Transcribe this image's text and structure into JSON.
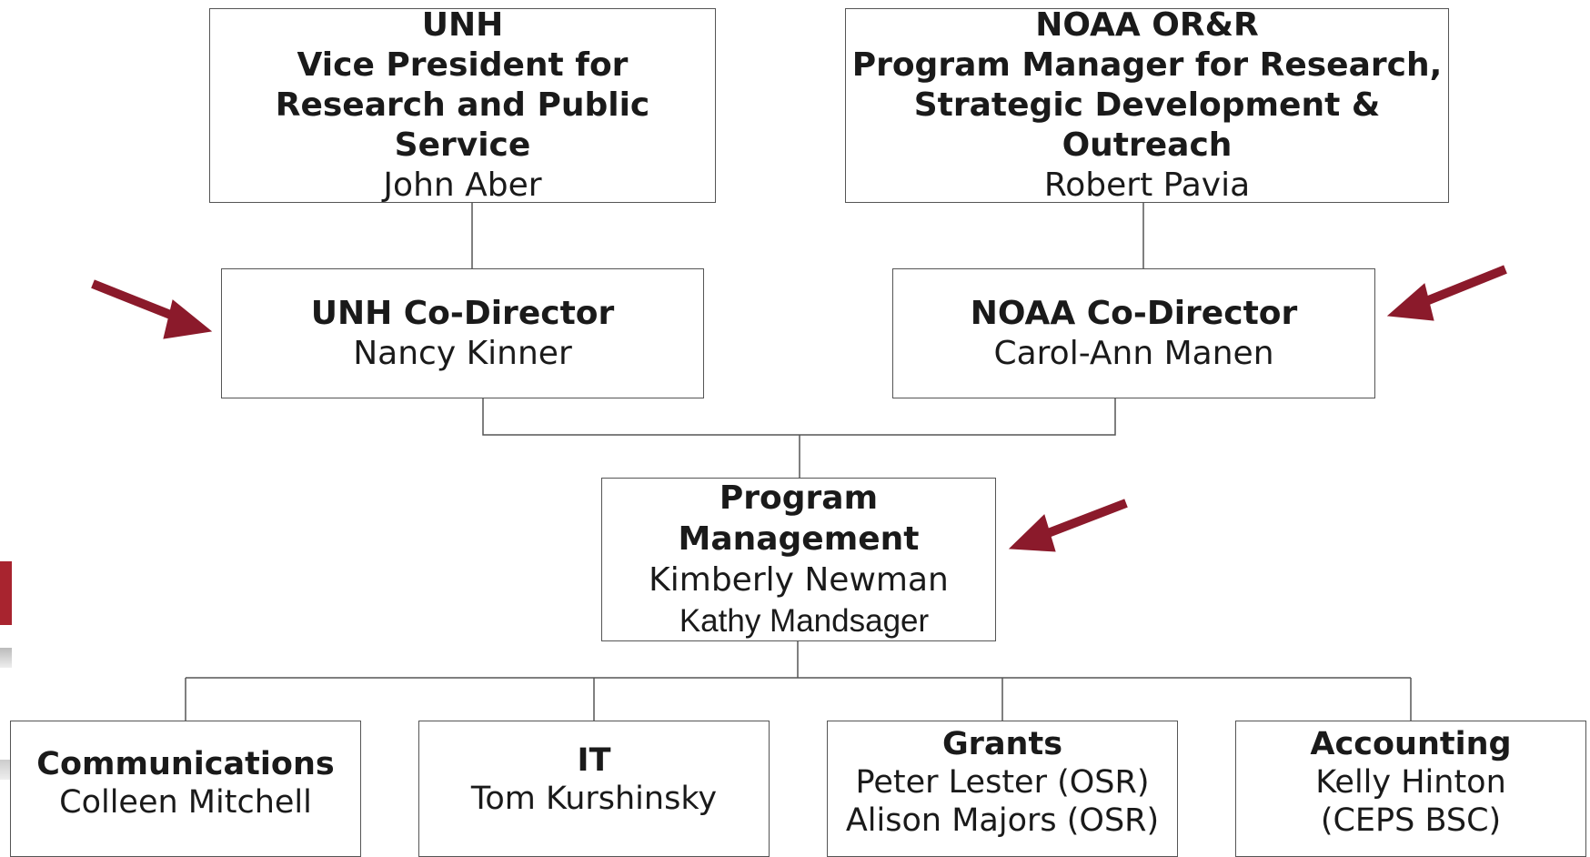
{
  "top_boxes": {
    "unh_vp": {
      "lines": [
        "UNH",
        "Vice President for",
        "Research and Public Service",
        "John Aber"
      ]
    },
    "noaa_pm": {
      "lines": [
        "NOAA OR&R",
        "Program Manager for Research,",
        "Strategic Development & Outreach",
        "Robert Pavia"
      ]
    }
  },
  "co_directors": {
    "unh": {
      "title": "UNH Co-Director",
      "name": "Nancy Kinner"
    },
    "noaa": {
      "title": "NOAA Co-Director",
      "name": "Carol-Ann Manen"
    }
  },
  "program_management": {
    "title": "Program Management",
    "names": [
      "Kimberly Newman",
      "Kathy Mandsager"
    ]
  },
  "departments": [
    {
      "title": "Communications",
      "lines": [
        "Colleen Mitchell"
      ]
    },
    {
      "title": "IT",
      "lines": [
        "Tom Kurshinsky"
      ]
    },
    {
      "title": "Grants",
      "lines": [
        "Peter Lester (OSR)",
        "Alison Majors (OSR)"
      ]
    },
    {
      "title": "Accounting",
      "lines": [
        "Kelly Hinton",
        "(CEPS BSC)"
      ]
    }
  ],
  "colors": {
    "arrow": "#8b1a2b",
    "line": "#555555"
  },
  "icons": [
    "arrow-icon"
  ]
}
